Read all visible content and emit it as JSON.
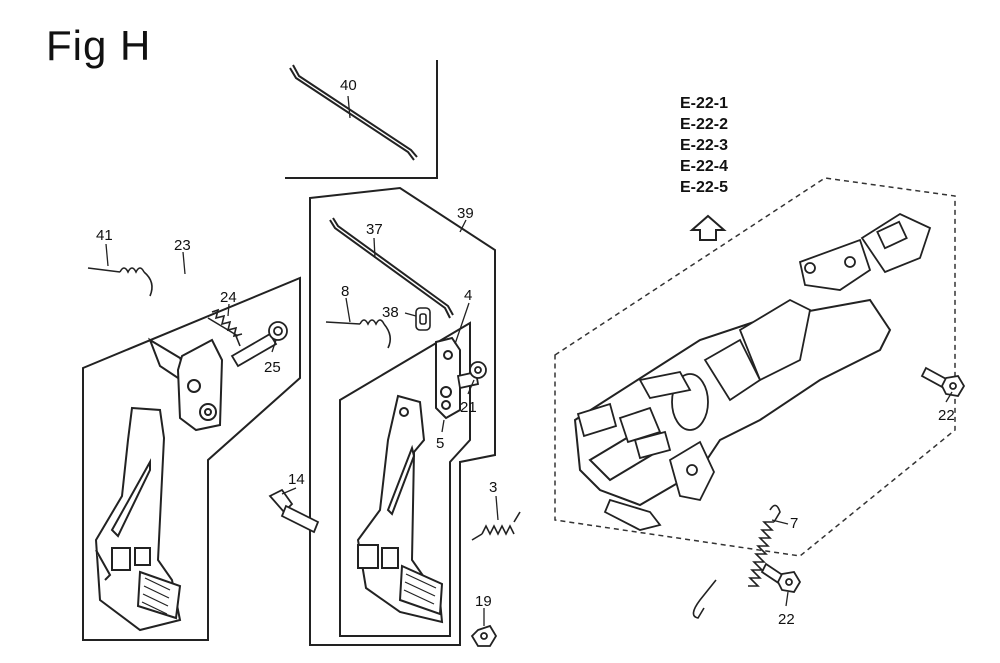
{
  "figure_title": "Fig H",
  "reference_codes": [
    "E-22-1",
    "E-22-2",
    "E-22-3",
    "E-22-4",
    "E-22-5"
  ],
  "callouts": {
    "c40": "40",
    "c39": "39",
    "c37": "37",
    "c41": "41",
    "c23": "23",
    "c24": "24",
    "c25": "25",
    "c8": "8",
    "c38": "38",
    "c4": "4",
    "c21": "21",
    "c5": "5",
    "c14": "14",
    "c3": "3",
    "c19": "19",
    "c22a": "22",
    "c22b": "22",
    "c7": "7"
  }
}
